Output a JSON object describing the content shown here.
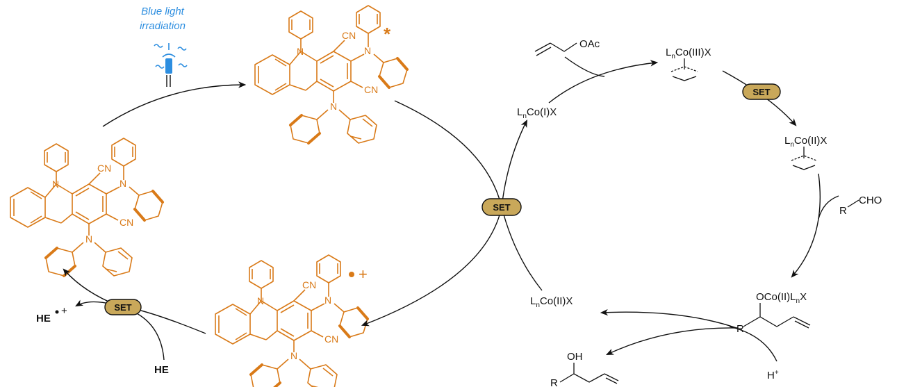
{
  "light": {
    "label_line1": "Blue light",
    "label_line2": "irradiation"
  },
  "set": {
    "label": "SET"
  },
  "photocatalyst": {
    "cn": "CN",
    "n": "N",
    "excited_mark": "*",
    "radical_cation_plus": "+"
  },
  "reductant": {
    "he": "HE",
    "he_radical_plus": "+"
  },
  "cobalt": {
    "co1_L": "L",
    "co1_n": "n",
    "co1_rest": "Co(I)X",
    "co3_L": "L",
    "co3_n": "n",
    "co3_rest": "Co(III)X",
    "co2_L": "L",
    "co2_n": "n",
    "co2_rest": "Co(II)X",
    "co2b_L": "L",
    "co2b_n": "n",
    "co2b_rest": "Co(II)X",
    "alkoxide_a": "OCo(II)L",
    "alkoxide_n": "n",
    "alkoxide_b": "X",
    "r": "R"
  },
  "reagents": {
    "allyl_acetate": "OAc",
    "aldehyde_r": "R",
    "aldehyde_cho": "CHO",
    "proton_h": "H",
    "proton_plus": "+",
    "product_oh": "OH",
    "product_r": "R"
  },
  "colors": {
    "catalyst": "#d97a18",
    "set_fill": "#c9a85a",
    "light": "#2d8ee0"
  }
}
